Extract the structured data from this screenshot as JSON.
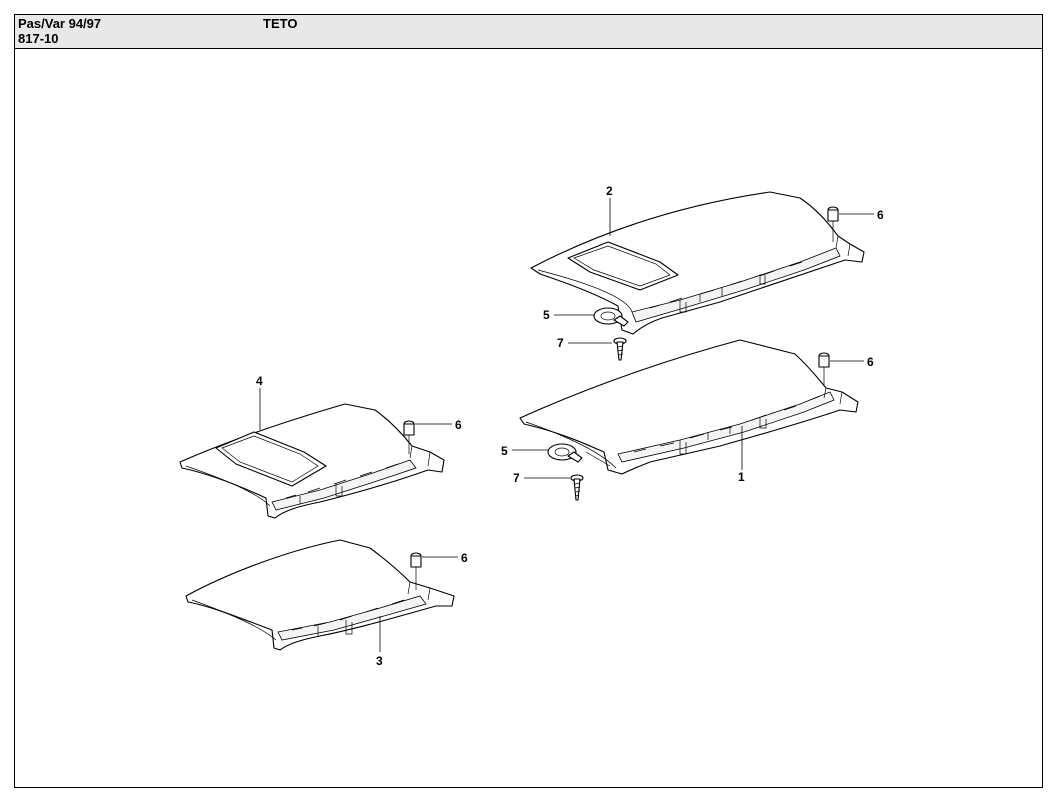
{
  "header": {
    "model": "Pas/Var 94/97",
    "code": "817-10",
    "title": "TETO"
  },
  "callouts": {
    "c1": "1",
    "c2": "2",
    "c3": "3",
    "c4": "4",
    "c5a": "5",
    "c5b": "5",
    "c6a": "6",
    "c6b": "6",
    "c6c": "6",
    "c6d": "6",
    "c7a": "7",
    "c7b": "7"
  }
}
